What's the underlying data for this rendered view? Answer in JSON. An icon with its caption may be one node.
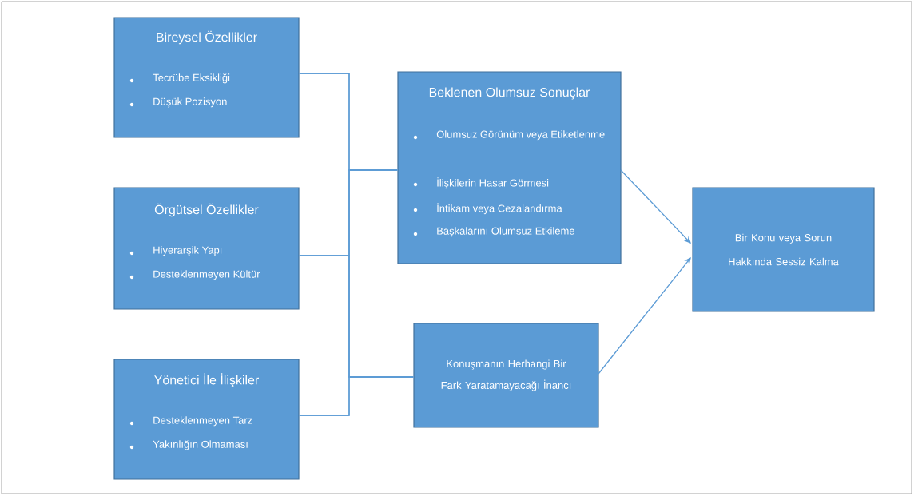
{
  "diagram": {
    "nodes": [
      {
        "text": [
          "Bireysel Özellikler",
          "Tecrübe Eksikliği",
          "Düşük Pozisyon"
        ]
      },
      {
        "text": [
          "Örgütsel Özellikler",
          "Hiyerarşik Yapı",
          "Desteklenmeyen Kültür"
        ]
      },
      {
        "text": [
          "Yönetici İle İlişkiler",
          "Desteklenmeyen Tarz",
          "Yakınlığın Olmaması"
        ]
      },
      {
        "text": [
          "Beklenen Olumsuz Sonuçlar",
          "Olumsuz Görünüm veya Etiketlenme",
          "İlişkilerin Hasar Görmesi",
          "İntikam veya Cezalandırma",
          "Başkalarını Olumsuz Etkileme"
        ]
      },
      {
        "text": [
          "Konuşmanın Herhangi Bir Fark Yaratamayacağı İnancı"
        ]
      },
      {
        "text": [
          "Bir Konu veya Sorun Hakkında Sessiz Kalma"
        ]
      }
    ],
    "edges": [
      {
        "from": 0,
        "to": 3,
        "arrow": "none"
      },
      {
        "from": 0,
        "to": 4,
        "arrow": "none"
      },
      {
        "from": 1,
        "to": 3,
        "arrow": "none"
      },
      {
        "from": 1,
        "to": 4,
        "arrow": "none"
      },
      {
        "from": 2,
        "to": 3,
        "arrow": "none"
      },
      {
        "from": 2,
        "to": 4,
        "arrow": "none"
      },
      {
        "from": 3,
        "to": 5,
        "arrow": "to"
      },
      {
        "from": 4,
        "to": 5,
        "arrow": "to"
      }
    ]
  }
}
